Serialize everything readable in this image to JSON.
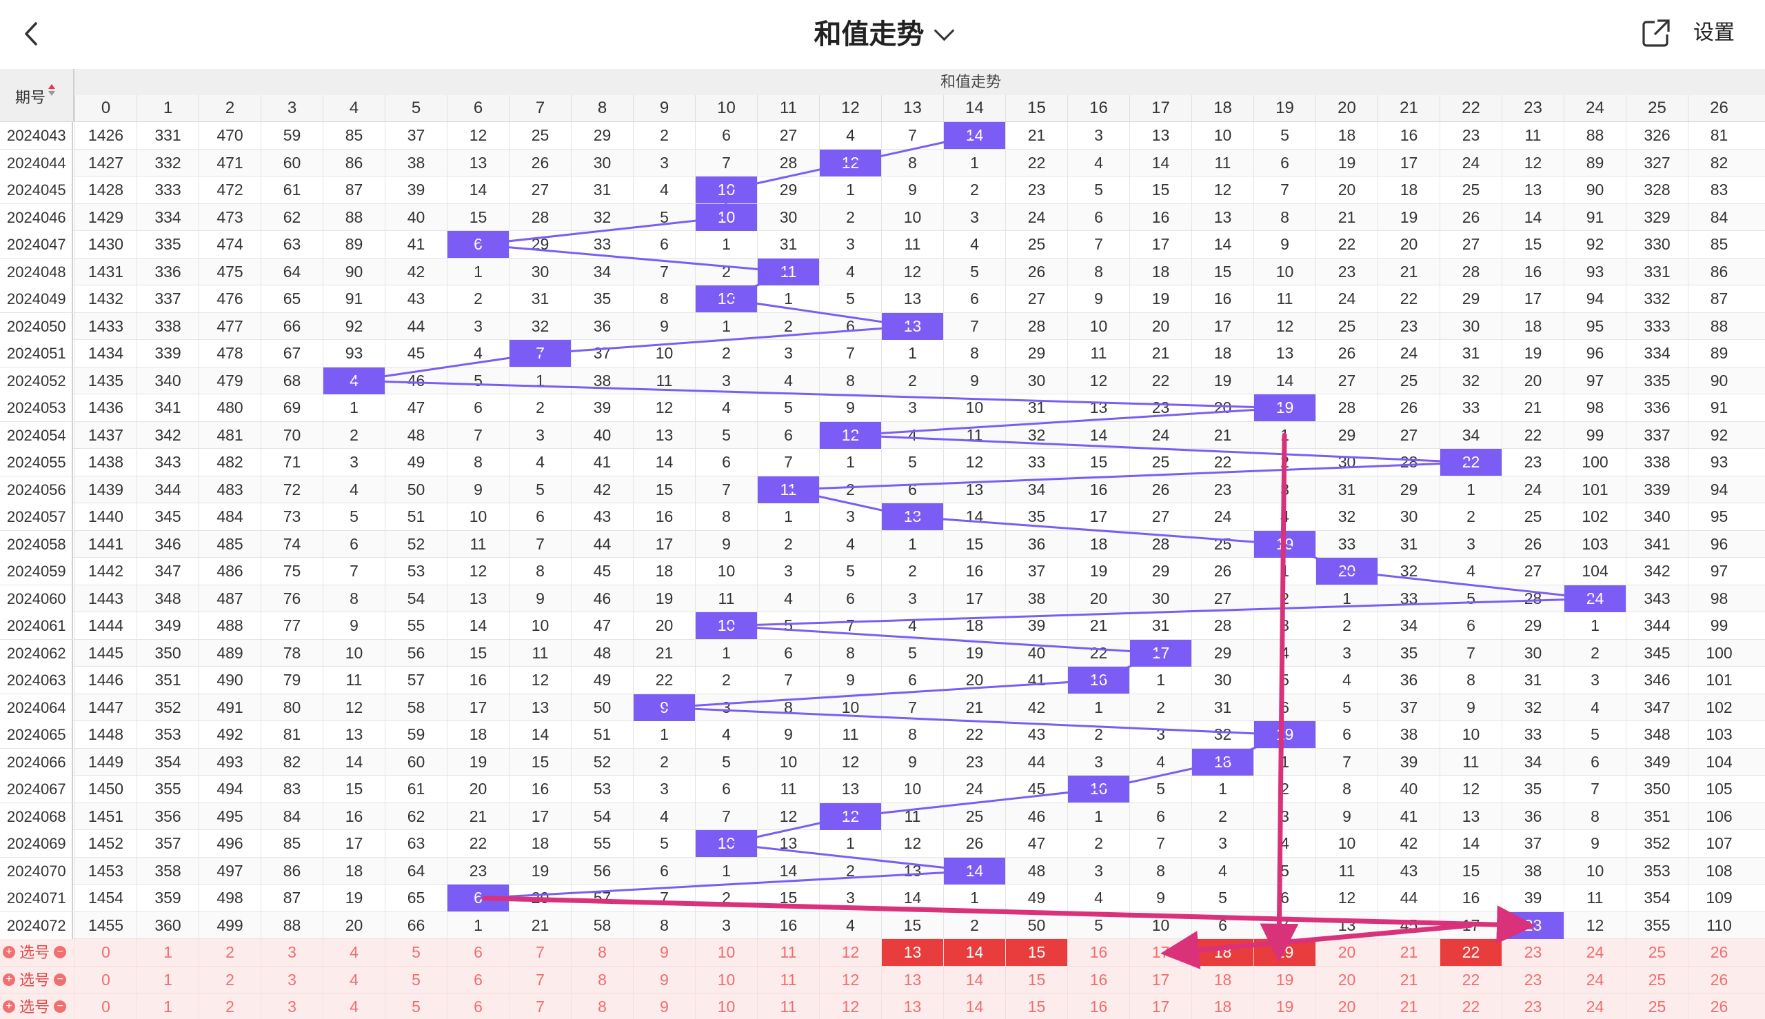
{
  "header": {
    "title": "和值走势",
    "settings_label": "设置"
  },
  "table": {
    "group_title": "和值走势",
    "period_header": "期号",
    "columns": [
      "0",
      "1",
      "2",
      "3",
      "4",
      "5",
      "6",
      "7",
      "8",
      "9",
      "10",
      "11",
      "12",
      "13",
      "14",
      "15",
      "16",
      "17",
      "18",
      "19",
      "20",
      "21",
      "22",
      "23",
      "24",
      "25",
      "26"
    ],
    "rows": [
      {
        "period": "2024043",
        "values": [
          1426,
          331,
          470,
          59,
          85,
          37,
          12,
          25,
          29,
          2,
          6,
          27,
          4,
          7,
          14,
          21,
          3,
          13,
          10,
          5,
          18,
          16,
          23,
          11,
          88,
          326,
          81
        ],
        "hit": 14
      },
      {
        "period": "2024044",
        "values": [
          1427,
          332,
          471,
          60,
          86,
          38,
          13,
          26,
          30,
          3,
          7,
          28,
          12,
          8,
          1,
          22,
          4,
          14,
          11,
          6,
          19,
          17,
          24,
          12,
          89,
          327,
          82
        ],
        "hit": 12
      },
      {
        "period": "2024045",
        "values": [
          1428,
          333,
          472,
          61,
          87,
          39,
          14,
          27,
          31,
          4,
          10,
          29,
          1,
          9,
          2,
          23,
          5,
          15,
          12,
          7,
          20,
          18,
          25,
          13,
          90,
          328,
          83
        ],
        "hit": 10
      },
      {
        "period": "2024046",
        "values": [
          1429,
          334,
          473,
          62,
          88,
          40,
          15,
          28,
          32,
          5,
          10,
          30,
          2,
          10,
          3,
          24,
          6,
          16,
          13,
          8,
          21,
          19,
          26,
          14,
          91,
          329,
          84
        ],
        "hit": 10
      },
      {
        "period": "2024047",
        "values": [
          1430,
          335,
          474,
          63,
          89,
          41,
          6,
          29,
          33,
          6,
          1,
          31,
          3,
          11,
          4,
          25,
          7,
          17,
          14,
          9,
          22,
          20,
          27,
          15,
          92,
          330,
          85
        ],
        "hit": 6
      },
      {
        "period": "2024048",
        "values": [
          1431,
          336,
          475,
          64,
          90,
          42,
          1,
          30,
          34,
          7,
          2,
          11,
          4,
          12,
          5,
          26,
          8,
          18,
          15,
          10,
          23,
          21,
          28,
          16,
          93,
          331,
          86
        ],
        "hit": 11
      },
      {
        "period": "2024049",
        "values": [
          1432,
          337,
          476,
          65,
          91,
          43,
          2,
          31,
          35,
          8,
          10,
          1,
          5,
          13,
          6,
          27,
          9,
          19,
          16,
          11,
          24,
          22,
          29,
          17,
          94,
          332,
          87
        ],
        "hit": 10
      },
      {
        "period": "2024050",
        "values": [
          1433,
          338,
          477,
          66,
          92,
          44,
          3,
          32,
          36,
          9,
          1,
          2,
          6,
          13,
          7,
          28,
          10,
          20,
          17,
          12,
          25,
          23,
          30,
          18,
          95,
          333,
          88
        ],
        "hit": 13
      },
      {
        "period": "2024051",
        "values": [
          1434,
          339,
          478,
          67,
          93,
          45,
          4,
          7,
          37,
          10,
          2,
          3,
          7,
          1,
          8,
          29,
          11,
          21,
          18,
          13,
          26,
          24,
          31,
          19,
          96,
          334,
          89
        ],
        "hit": 7
      },
      {
        "period": "2024052",
        "values": [
          1435,
          340,
          479,
          68,
          4,
          46,
          5,
          1,
          38,
          11,
          3,
          4,
          8,
          2,
          9,
          30,
          12,
          22,
          19,
          14,
          27,
          25,
          32,
          20,
          97,
          335,
          90
        ],
        "hit": 4
      },
      {
        "period": "2024053",
        "values": [
          1436,
          341,
          480,
          69,
          1,
          47,
          6,
          2,
          39,
          12,
          4,
          5,
          9,
          3,
          10,
          31,
          13,
          23,
          20,
          19,
          28,
          26,
          33,
          21,
          98,
          336,
          91
        ],
        "hit": 19
      },
      {
        "period": "2024054",
        "values": [
          1437,
          342,
          481,
          70,
          2,
          48,
          7,
          3,
          40,
          13,
          5,
          6,
          12,
          4,
          11,
          32,
          14,
          24,
          21,
          1,
          29,
          27,
          34,
          22,
          99,
          337,
          92
        ],
        "hit": 12
      },
      {
        "period": "2024055",
        "values": [
          1438,
          343,
          482,
          71,
          3,
          49,
          8,
          4,
          41,
          14,
          6,
          7,
          1,
          5,
          12,
          33,
          15,
          25,
          22,
          2,
          30,
          28,
          22,
          23,
          100,
          338,
          93
        ],
        "hit": 22
      },
      {
        "period": "2024056",
        "values": [
          1439,
          344,
          483,
          72,
          4,
          50,
          9,
          5,
          42,
          15,
          7,
          11,
          2,
          6,
          13,
          34,
          16,
          26,
          23,
          3,
          31,
          29,
          1,
          24,
          101,
          339,
          94
        ],
        "hit": 11
      },
      {
        "period": "2024057",
        "values": [
          1440,
          345,
          484,
          73,
          5,
          51,
          10,
          6,
          43,
          16,
          8,
          1,
          3,
          13,
          14,
          35,
          17,
          27,
          24,
          4,
          32,
          30,
          2,
          25,
          102,
          340,
          95
        ],
        "hit": 13
      },
      {
        "period": "2024058",
        "values": [
          1441,
          346,
          485,
          74,
          6,
          52,
          11,
          7,
          44,
          17,
          9,
          2,
          4,
          1,
          15,
          36,
          18,
          28,
          25,
          19,
          33,
          31,
          3,
          26,
          103,
          341,
          96
        ],
        "hit": 19
      },
      {
        "period": "2024059",
        "values": [
          1442,
          347,
          486,
          75,
          7,
          53,
          12,
          8,
          45,
          18,
          10,
          3,
          5,
          2,
          16,
          37,
          19,
          29,
          26,
          1,
          20,
          32,
          4,
          27,
          104,
          342,
          97
        ],
        "hit": 20
      },
      {
        "period": "2024060",
        "values": [
          1443,
          348,
          487,
          76,
          8,
          54,
          13,
          9,
          46,
          19,
          11,
          4,
          6,
          3,
          17,
          38,
          20,
          30,
          27,
          2,
          1,
          33,
          5,
          28,
          24,
          343,
          98
        ],
        "hit": 24
      },
      {
        "period": "2024061",
        "values": [
          1444,
          349,
          488,
          77,
          9,
          55,
          14,
          10,
          47,
          20,
          10,
          5,
          7,
          4,
          18,
          39,
          21,
          31,
          28,
          3,
          2,
          34,
          6,
          29,
          1,
          344,
          99
        ],
        "hit": 10
      },
      {
        "period": "2024062",
        "values": [
          1445,
          350,
          489,
          78,
          10,
          56,
          15,
          11,
          48,
          21,
          1,
          6,
          8,
          5,
          19,
          40,
          22,
          17,
          29,
          4,
          3,
          35,
          7,
          30,
          2,
          345,
          100
        ],
        "hit": 17
      },
      {
        "period": "2024063",
        "values": [
          1446,
          351,
          490,
          79,
          11,
          57,
          16,
          12,
          49,
          22,
          2,
          7,
          9,
          6,
          20,
          41,
          16,
          1,
          30,
          5,
          4,
          36,
          8,
          31,
          3,
          346,
          101
        ],
        "hit": 16
      },
      {
        "period": "2024064",
        "values": [
          1447,
          352,
          491,
          80,
          12,
          58,
          17,
          13,
          50,
          9,
          3,
          8,
          10,
          7,
          21,
          42,
          1,
          2,
          31,
          6,
          5,
          37,
          9,
          32,
          4,
          347,
          102
        ],
        "hit": 9
      },
      {
        "period": "2024065",
        "values": [
          1448,
          353,
          492,
          81,
          13,
          59,
          18,
          14,
          51,
          1,
          4,
          9,
          11,
          8,
          22,
          43,
          2,
          3,
          32,
          19,
          6,
          38,
          10,
          33,
          5,
          348,
          103
        ],
        "hit": 19
      },
      {
        "period": "2024066",
        "values": [
          1449,
          354,
          493,
          82,
          14,
          60,
          19,
          15,
          52,
          2,
          5,
          10,
          12,
          9,
          23,
          44,
          3,
          4,
          18,
          1,
          7,
          39,
          11,
          34,
          6,
          349,
          104
        ],
        "hit": 18
      },
      {
        "period": "2024067",
        "values": [
          1450,
          355,
          494,
          83,
          15,
          61,
          20,
          16,
          53,
          3,
          6,
          11,
          13,
          10,
          24,
          45,
          16,
          5,
          1,
          2,
          8,
          40,
          12,
          35,
          7,
          350,
          105
        ],
        "hit": 16
      },
      {
        "period": "2024068",
        "values": [
          1451,
          356,
          495,
          84,
          16,
          62,
          21,
          17,
          54,
          4,
          7,
          12,
          12,
          11,
          25,
          46,
          1,
          6,
          2,
          3,
          9,
          41,
          13,
          36,
          8,
          351,
          106
        ],
        "hit": 12
      },
      {
        "period": "2024069",
        "values": [
          1452,
          357,
          496,
          85,
          17,
          63,
          22,
          18,
          55,
          5,
          10,
          13,
          1,
          12,
          26,
          47,
          2,
          7,
          3,
          4,
          10,
          42,
          14,
          37,
          9,
          352,
          107
        ],
        "hit": 10
      },
      {
        "period": "2024070",
        "values": [
          1453,
          358,
          497,
          86,
          18,
          64,
          23,
          19,
          56,
          6,
          1,
          14,
          2,
          13,
          14,
          48,
          3,
          8,
          4,
          5,
          11,
          43,
          15,
          38,
          10,
          353,
          108
        ],
        "hit": 14
      },
      {
        "period": "2024071",
        "values": [
          1454,
          359,
          498,
          87,
          19,
          65,
          6,
          20,
          57,
          7,
          2,
          15,
          3,
          14,
          1,
          49,
          4,
          9,
          5,
          6,
          12,
          44,
          16,
          39,
          11,
          354,
          109
        ],
        "hit": 6
      },
      {
        "period": "2024072",
        "values": [
          1455,
          360,
          499,
          88,
          20,
          66,
          1,
          21,
          58,
          8,
          3,
          16,
          4,
          15,
          2,
          50,
          5,
          10,
          6,
          7,
          13,
          45,
          17,
          23,
          12,
          355,
          110
        ],
        "hit": 23
      }
    ],
    "select_label": "选号",
    "select_rows": [
      {
        "selected": [
          13,
          14,
          15,
          18,
          19,
          22
        ]
      },
      {
        "selected": []
      },
      {
        "selected": []
      }
    ]
  },
  "colors": {
    "hit": "#7b5cf5",
    "trend_line": "#7b5cf5",
    "annotation": "#d9317a",
    "selected": "#e93c3c",
    "select_bg": "#fdecec"
  },
  "icons": [
    "back-arrow-icon",
    "chevron-down-icon",
    "share-icon",
    "sort-icon",
    "plus-circle-icon",
    "minus-circle-icon"
  ]
}
